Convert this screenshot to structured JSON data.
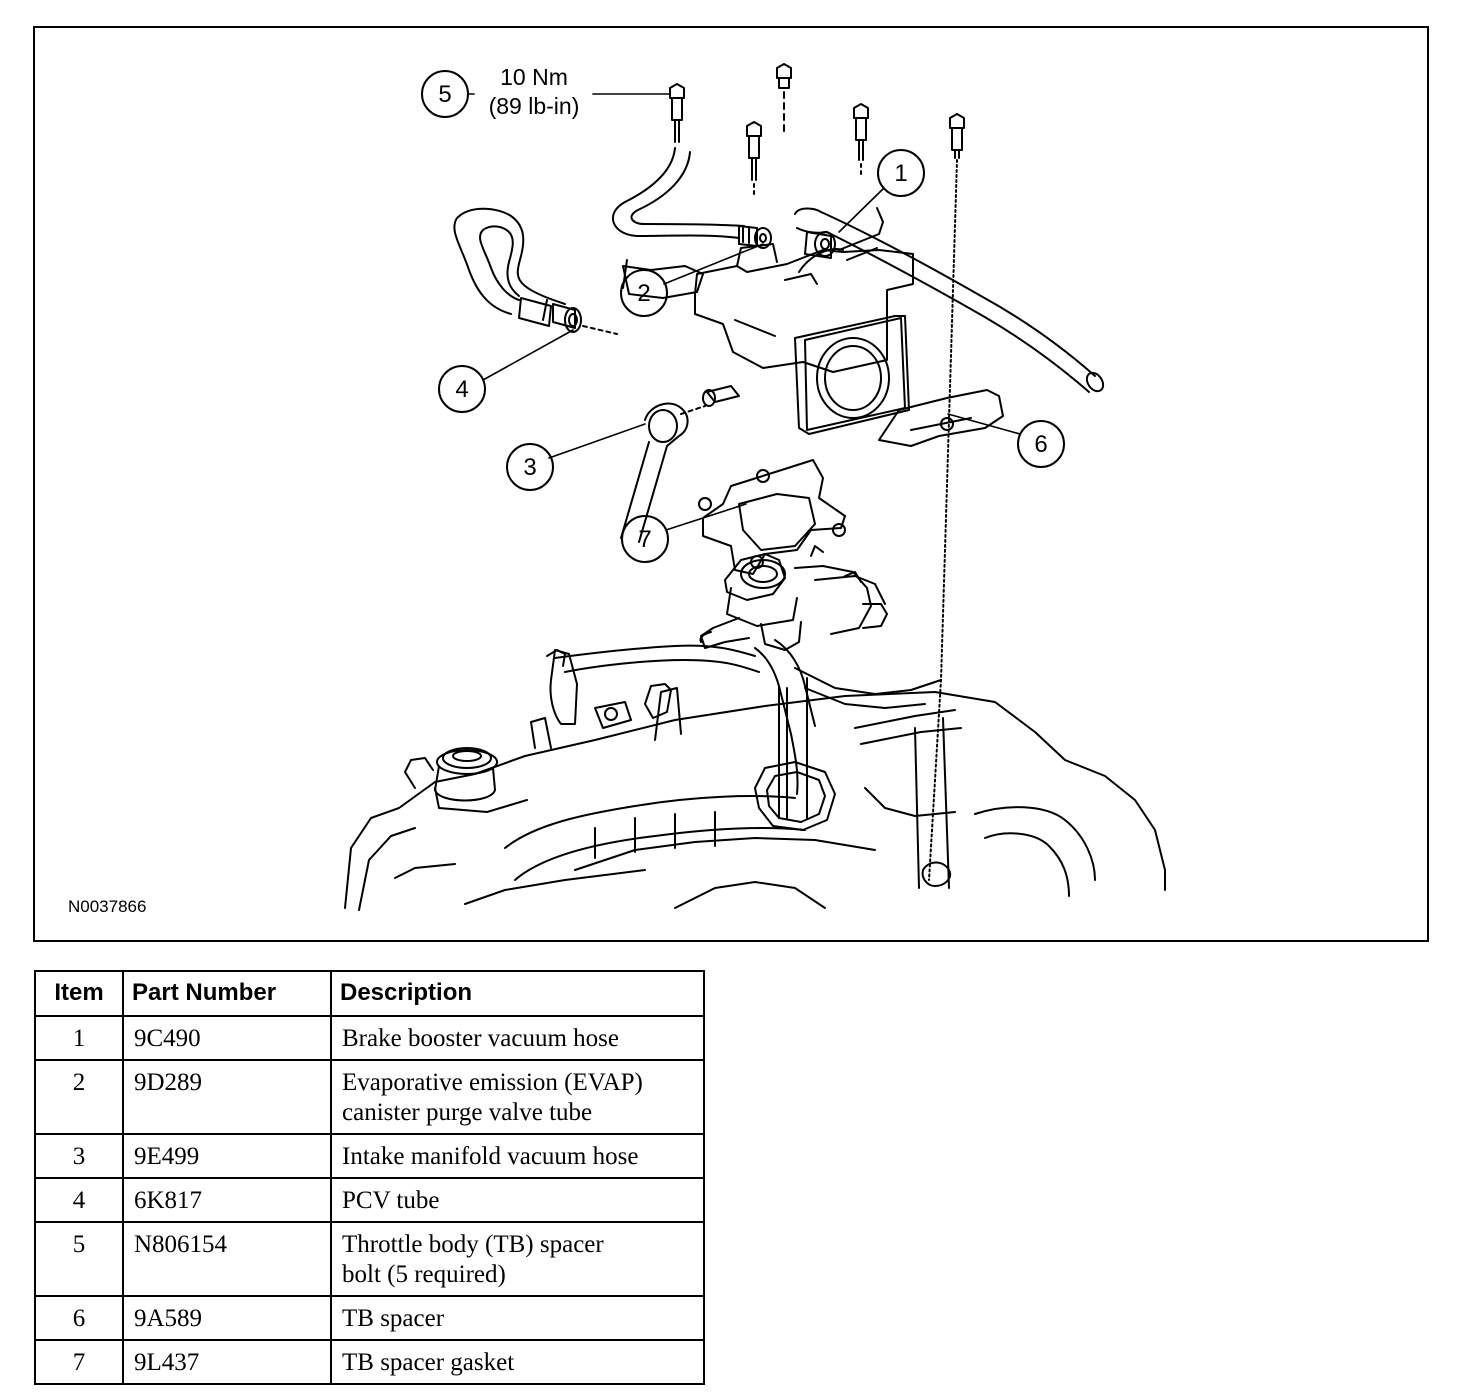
{
  "figure": {
    "id_label": "N0037866",
    "torque": {
      "callout": "5",
      "line1": "10 Nm",
      "line2": "(89 lb-in)"
    },
    "callouts": [
      "1",
      "2",
      "3",
      "4",
      "6",
      "7"
    ]
  },
  "table": {
    "headers": {
      "item": "Item",
      "part_number": "Part Number",
      "description": "Description"
    },
    "rows": [
      {
        "item": "1",
        "part": "9C490",
        "desc": [
          "Brake booster vacuum hose"
        ]
      },
      {
        "item": "2",
        "part": "9D289",
        "desc": [
          "Evaporative emission (EVAP)",
          "canister purge valve tube"
        ]
      },
      {
        "item": "3",
        "part": "9E499",
        "desc": [
          "Intake manifold vacuum hose"
        ]
      },
      {
        "item": "4",
        "part": "6K817",
        "desc": [
          "PCV tube"
        ]
      },
      {
        "item": "5",
        "part": "N806154",
        "desc": [
          "Throttle body (TB) spacer",
          "bolt (5 required)"
        ]
      },
      {
        "item": "6",
        "part": "9A589",
        "desc": [
          "TB spacer"
        ]
      },
      {
        "item": "7",
        "part": "9L437",
        "desc": [
          "TB spacer gasket"
        ]
      }
    ]
  }
}
